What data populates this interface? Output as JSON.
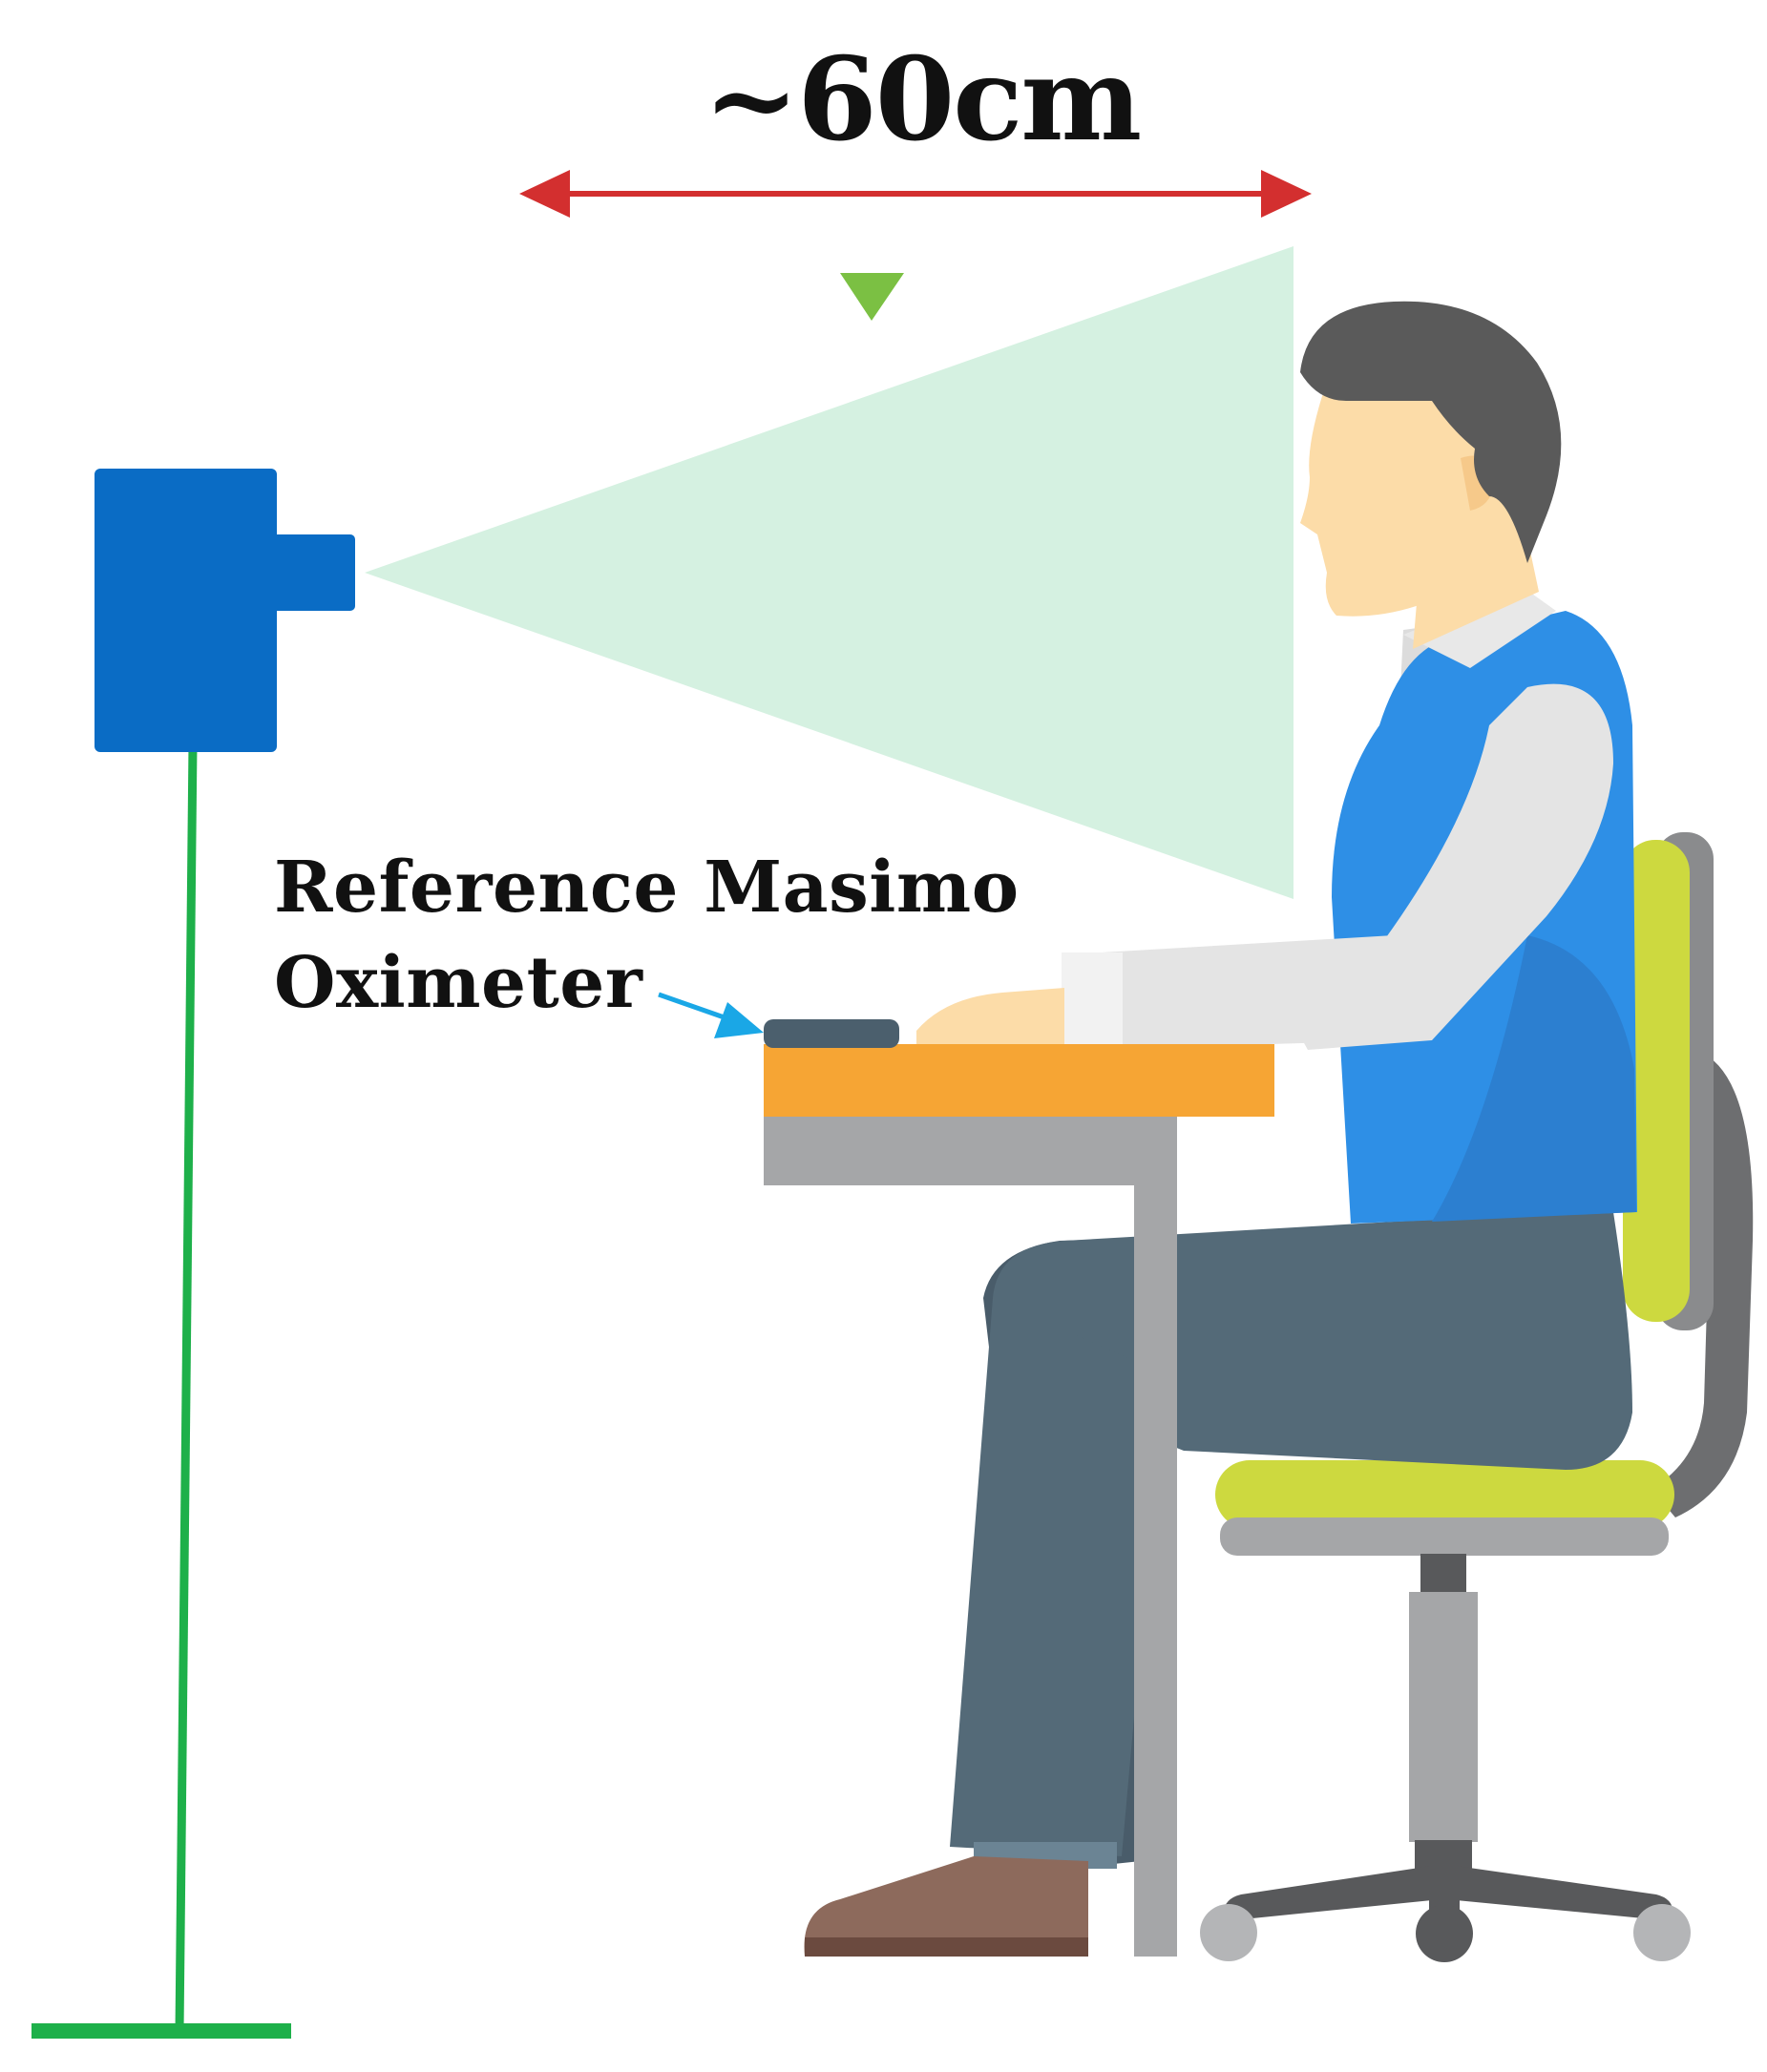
{
  "labels": {
    "distance": "~60cm",
    "oximeter_line1": "Reference Masimo",
    "oximeter_line2": "Oximeter"
  },
  "colors": {
    "distance_arrow": "#d32f2f",
    "camera_body": "#0a6cc5",
    "camera_stand": "#1eb04a",
    "field_of_view": "#d5f1e1",
    "marker_triangle": "#7bc043",
    "pointer_arrow": "#1aa7e6",
    "oximeter": "#4b5f6d",
    "desk_top": "#f6a534",
    "desk_frame": "#a5a6a8",
    "vest": "#2e8fe6",
    "shirt": "#e4e4e4",
    "skin": "#fcdca8",
    "hair": "#5a5a5a",
    "trousers": "#546a78",
    "shoe": "#8d6a5c",
    "chair_seat": "#cdd93f",
    "chair_frame": "#6d6e70"
  },
  "icons": [
    "camera-icon",
    "seated-person-icon",
    "desk-icon",
    "office-chair-icon",
    "oximeter-icon"
  ]
}
